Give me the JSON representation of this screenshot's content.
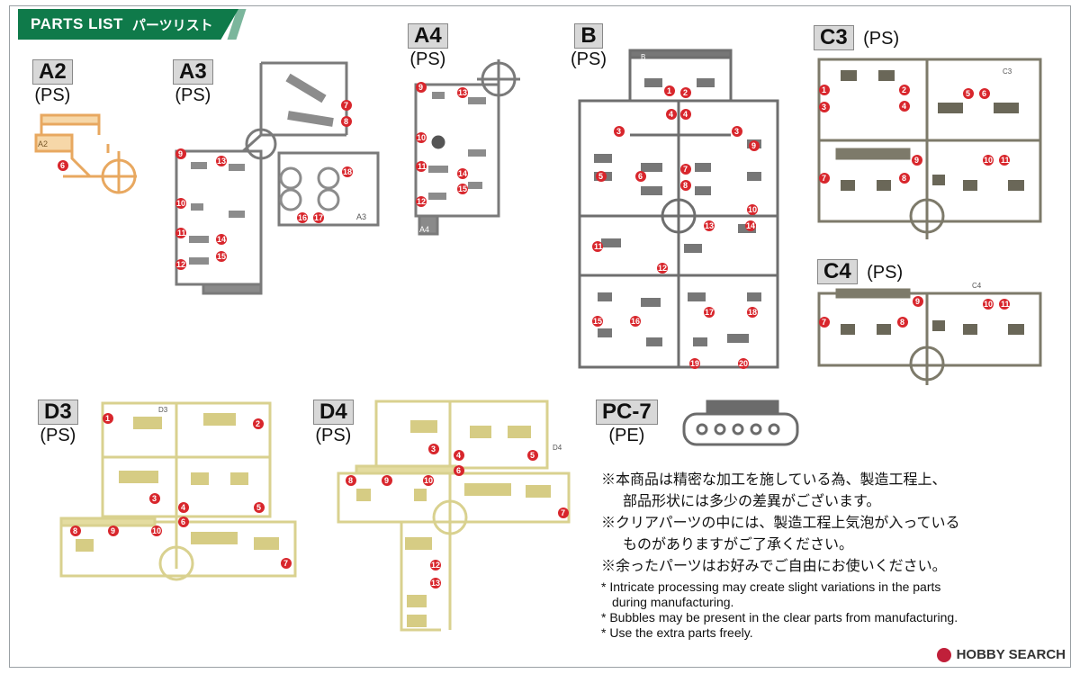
{
  "header": {
    "title_en": "PARTS LIST",
    "title_jp": "パーツリスト"
  },
  "runners": [
    {
      "code": "A2",
      "material": "(PS)",
      "color": "#f2c58a"
    },
    {
      "code": "A3",
      "material": "(PS)",
      "color": "#777777"
    },
    {
      "code": "A4",
      "material": "(PS)",
      "color": "#777777"
    },
    {
      "code": "B",
      "material": "(PS)",
      "color": "#6e6e6e"
    },
    {
      "code": "C3",
      "material": "(PS)",
      "color": "#7d7a6a"
    },
    {
      "code": "C4",
      "material": "(PS)",
      "color": "#7d7a6a"
    },
    {
      "code": "D3",
      "material": "(PS)",
      "color": "#e4dca0"
    },
    {
      "code": "D4",
      "material": "(PS)",
      "color": "#e4dca0"
    },
    {
      "code": "PC-7",
      "material": "(PE)",
      "color": "#6b6b6b"
    }
  ],
  "runner_tags": {
    "a2": "A2",
    "a3": "A3",
    "a4": "A4",
    "b": "B",
    "c3": "C3",
    "c4": "C4",
    "d3": "D3",
    "d4": "D4"
  },
  "notes": {
    "jp": [
      "※本商品は精密な加工を施している為、製造工程上、",
      "部品形状には多少の差異がございます。",
      "※クリアパーツの中には、製造工程上気泡が入っている",
      "ものがありますがご了承ください。",
      "※余ったパーツはお好みでご自由にお使いください。"
    ],
    "en": [
      "* Intricate processing may create slight variations in the parts",
      "during manufacturing.",
      "* Bubbles may be present in the clear parts from manufacturing.",
      "* Use the extra parts freely."
    ]
  },
  "watermark": {
    "text": "HOBBY SEARCH"
  },
  "colors": {
    "header_green": "#0f7a4a",
    "marker_red": "#d8262c"
  }
}
